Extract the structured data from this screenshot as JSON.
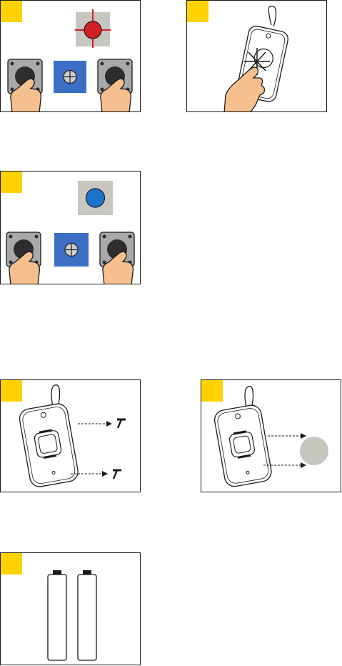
{
  "colors": {
    "step_tag": "#ffd200",
    "indicator_red": "#d21f26",
    "indicator_blue": "#1c73cc",
    "indicator_off": "#c6c6be",
    "indicator_bg": "#c7c7c0",
    "receiver_blue": "#3b6fc5",
    "button_body": "#a9a9a9",
    "button_cap": "#2d2d2d",
    "hand_skin": "#f6bf8e",
    "outline": "#1a1a1a"
  },
  "panels": [
    {
      "id": "panel-1",
      "tag": "",
      "scene": "press-two-buttons-red-indicator",
      "indicator": "red-flashing"
    },
    {
      "id": "panel-2",
      "tag": "",
      "scene": "press-remote-button",
      "indicator": "none"
    },
    {
      "id": "panel-3",
      "tag": "",
      "scene": "press-two-buttons-blue-indicator",
      "indicator": "blue-steady"
    },
    {
      "id": "panel-4",
      "tag": "",
      "scene": "remove-two-screws",
      "indicator": "none"
    },
    {
      "id": "panel-5",
      "tag": "",
      "scene": "remove-battery-cover",
      "indicator": "none"
    },
    {
      "id": "panel-6",
      "tag": "",
      "scene": "insert-two-batteries",
      "indicator": "none"
    }
  ],
  "icons": [
    "pushbutton-icon",
    "hand-icon",
    "dip-switch-icon",
    "indicator-light-icon",
    "remote-fob-icon",
    "screw-icon",
    "battery-icon",
    "arrow-icon"
  ]
}
